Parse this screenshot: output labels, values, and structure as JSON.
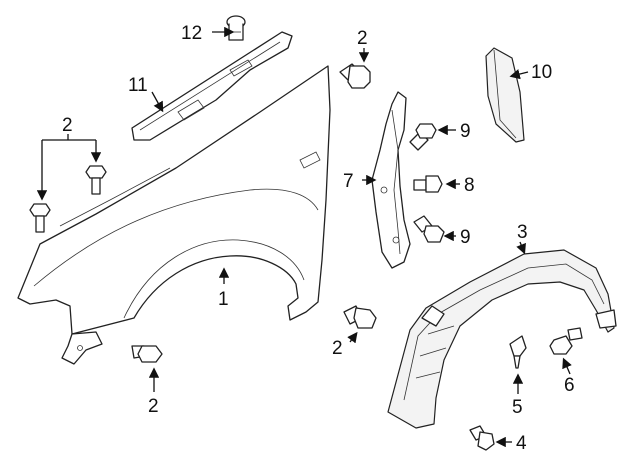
{
  "callouts": [
    {
      "id": "c1",
      "text": "1"
    },
    {
      "id": "c2a",
      "text": "2"
    },
    {
      "id": "c2b",
      "text": "2"
    },
    {
      "id": "c2c",
      "text": "2"
    },
    {
      "id": "c2d",
      "text": "2"
    },
    {
      "id": "c3",
      "text": "3"
    },
    {
      "id": "c4",
      "text": "4"
    },
    {
      "id": "c5",
      "text": "5"
    },
    {
      "id": "c6",
      "text": "6"
    },
    {
      "id": "c7",
      "text": "7"
    },
    {
      "id": "c8",
      "text": "8"
    },
    {
      "id": "c9a",
      "text": "9"
    },
    {
      "id": "c9b",
      "text": "9"
    },
    {
      "id": "c10",
      "text": "10"
    },
    {
      "id": "c11",
      "text": "11"
    },
    {
      "id": "c12",
      "text": "12"
    }
  ]
}
